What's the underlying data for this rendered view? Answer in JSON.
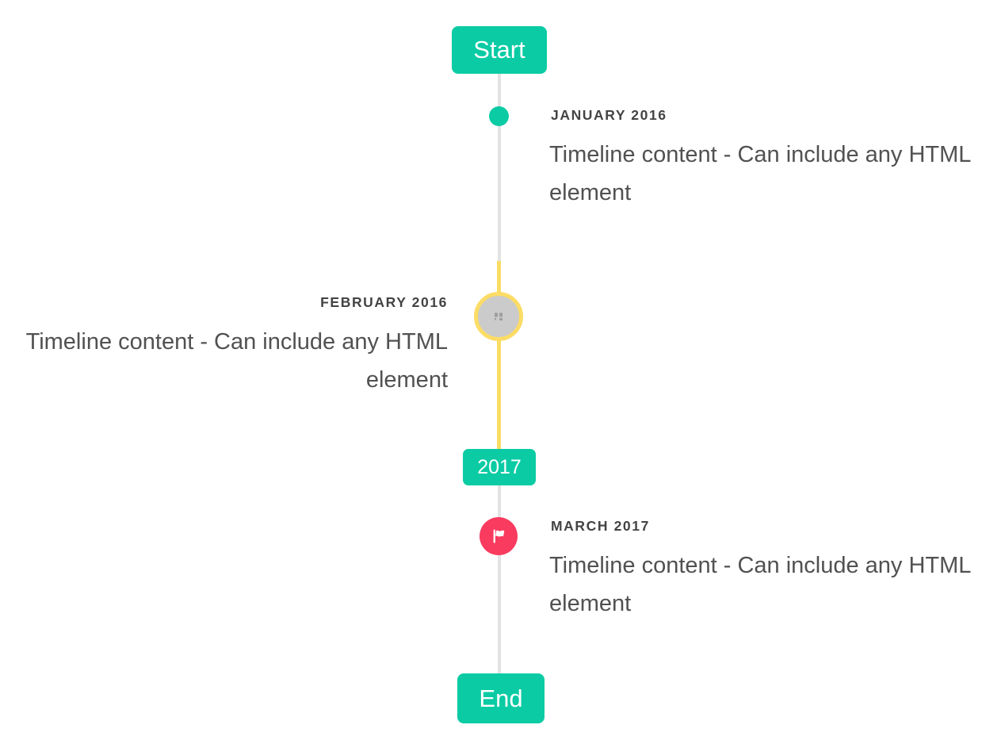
{
  "timeline": {
    "start_label": "Start",
    "end_label": "End",
    "year_badge": "2017",
    "items": [
      {
        "date": "JANUARY 2016",
        "content": "Timeline content - Can include any HTML element",
        "side": "right",
        "marker": "teal-dot"
      },
      {
        "date": "FEBRUARY 2016",
        "content": "Timeline content - Can include any HTML element",
        "side": "left",
        "marker": "gray-circle-with-broken-image-and-yellow-ring"
      },
      {
        "date": "MARCH 2017",
        "content": "Timeline content - Can include any HTML element",
        "side": "right",
        "marker": "red-circle-with-flag"
      }
    ]
  },
  "icons": {
    "flag_icon": "white wavy flag on pole (⚑)",
    "broken_image_icon": "tiny gray broken-image placeholder"
  },
  "colors": {
    "accent_teal": "#0bcba4",
    "active_yellow": "#fbdc65",
    "flag_red": "#f93b5f",
    "line_gray": "#e3e3e3",
    "marker_fill_gray": "#cbcbcb",
    "label_text": "#434343",
    "content_text": "#515151"
  }
}
